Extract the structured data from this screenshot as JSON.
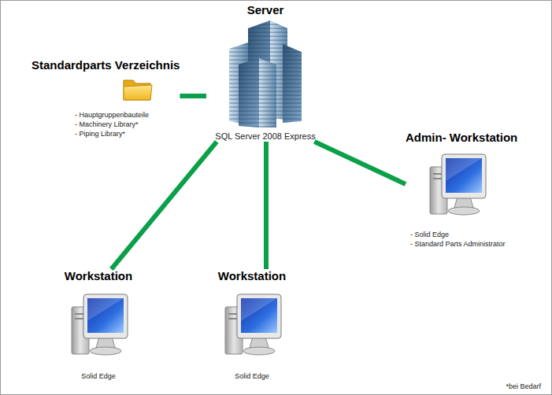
{
  "diagram": {
    "nodes": [
      {
        "text": [
          "Server",
          "SQL Server 2008 Express"
        ]
      },
      {
        "text": [
          "Standardparts Verzeichnis",
          "- Hauptgruppenbauteile",
          "- Machinery Library*",
          "- Piping Library*"
        ]
      },
      {
        "text": [
          "Admin- Workstation",
          "- Solid Edge",
          "- Standard Parts Administrator"
        ]
      },
      {
        "text": [
          "Workstation",
          "Solid Edge"
        ]
      },
      {
        "text": [
          "Workstation",
          "Solid Edge"
        ]
      }
    ],
    "edges": [
      {
        "from": 0,
        "to": 1,
        "arrow": "none"
      },
      {
        "from": 0,
        "to": 2,
        "arrow": "none"
      },
      {
        "from": 0,
        "to": 3,
        "arrow": "none"
      },
      {
        "from": 0,
        "to": 4,
        "arrow": "none"
      }
    ],
    "labels": [
      "*bei Bedarf"
    ]
  }
}
